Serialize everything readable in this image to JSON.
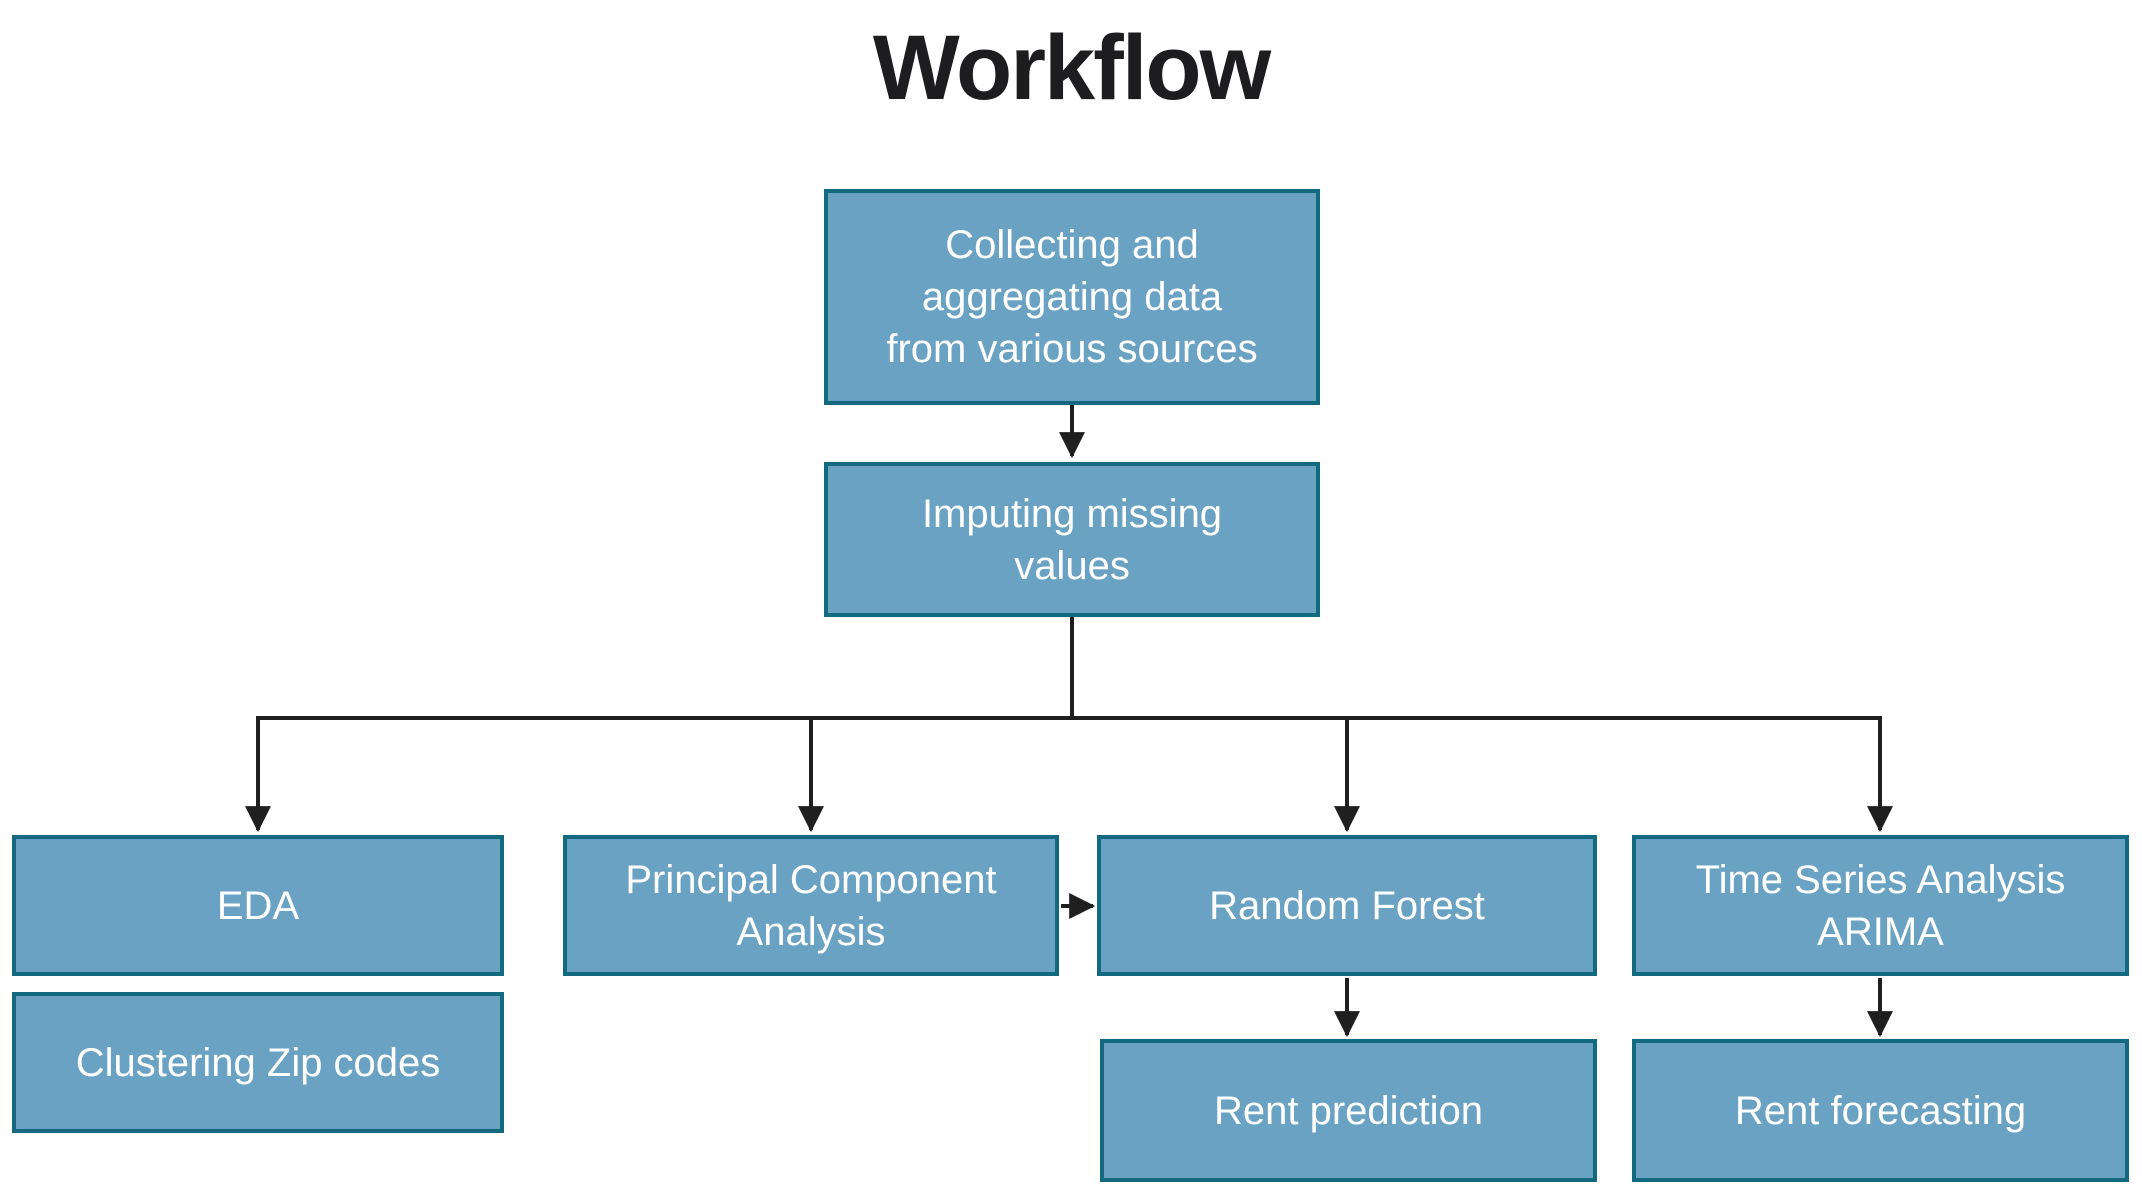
{
  "title": "Workflow",
  "colors": {
    "node_fill": "#6AA2C3",
    "node_border": "#136A80",
    "node_text": "#FFFFFF",
    "connector": "#1F1F1F",
    "title_text": "#1D1D1F",
    "background": "#FFFFFF"
  },
  "nodes": {
    "collect": {
      "label": [
        "Collecting and",
        "aggregating data",
        "from various sources"
      ]
    },
    "impute": {
      "label": [
        "Imputing missing",
        "values"
      ]
    },
    "eda": {
      "label": "EDA"
    },
    "pca": {
      "label": [
        "Principal Component",
        "Analysis"
      ]
    },
    "rf": {
      "label": "Random Forest"
    },
    "tsa": {
      "label": [
        "Time Series Analysis",
        "ARIMA"
      ]
    },
    "cluster": {
      "label": "Clustering Zip codes"
    },
    "rentpred": {
      "label": "Rent prediction"
    },
    "rentfcst": {
      "label": "Rent forecasting"
    }
  },
  "edges": [
    {
      "from": "collect",
      "to": "impute"
    },
    {
      "from": "impute",
      "to": "eda"
    },
    {
      "from": "impute",
      "to": "pca"
    },
    {
      "from": "impute",
      "to": "rf"
    },
    {
      "from": "impute",
      "to": "tsa"
    },
    {
      "from": "pca",
      "to": "rf"
    },
    {
      "from": "rf",
      "to": "rentpred"
    },
    {
      "from": "tsa",
      "to": "rentfcst"
    }
  ]
}
